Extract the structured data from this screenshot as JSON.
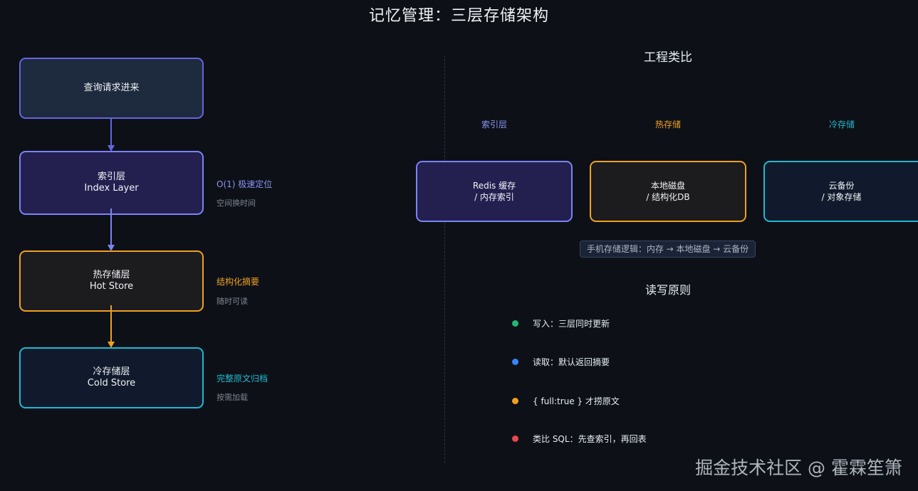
{
  "title": "记忆管理：三层存储架构",
  "left": {
    "request_box": "查询请求进来",
    "layers": [
      {
        "name_cn": "索引层",
        "name_en": "Index Layer",
        "note": "O(1) 极速定位",
        "sub": "空间换时间",
        "color": "#7c83f5"
      },
      {
        "name_cn": "热存储层",
        "name_en": "Hot Store",
        "note": "结构化摘要",
        "sub": "随时可读",
        "color": "#f0a020"
      },
      {
        "name_cn": "冷存储层",
        "name_en": "Cold Store",
        "note": "完整原文归档",
        "sub": "按需加载",
        "color": "#1fb8d0"
      }
    ]
  },
  "analogy": {
    "heading": "工程类比",
    "columns": [
      {
        "label": "索引层",
        "box_line1": "Redis 缓存",
        "box_line2": "/ 内存索引",
        "color": "#7c83f5"
      },
      {
        "label": "热存储",
        "box_line1": "本地磁盘",
        "box_line2": "/ 结构化DB",
        "color": "#f0a020"
      },
      {
        "label": "冷存储",
        "box_line1": "云备份",
        "box_line2": "/ 对象存储",
        "color": "#1fb8d0"
      }
    ],
    "caption": "手机存储逻辑：内存 → 本地磁盘 → 云备份"
  },
  "rules": {
    "heading": "读写原则",
    "items": [
      {
        "text": "写入：三层同时更新",
        "color": "#22b573"
      },
      {
        "text": "读取：默认返回摘要",
        "color": "#3b82f6"
      },
      {
        "text": "{ full:true } 才捞原文",
        "color": "#f0a020"
      },
      {
        "text": "类比 SQL：先查索引，再回表",
        "color": "#e5484d"
      }
    ]
  },
  "watermark": "掘金技术社区 @ 霍霖笙箫"
}
